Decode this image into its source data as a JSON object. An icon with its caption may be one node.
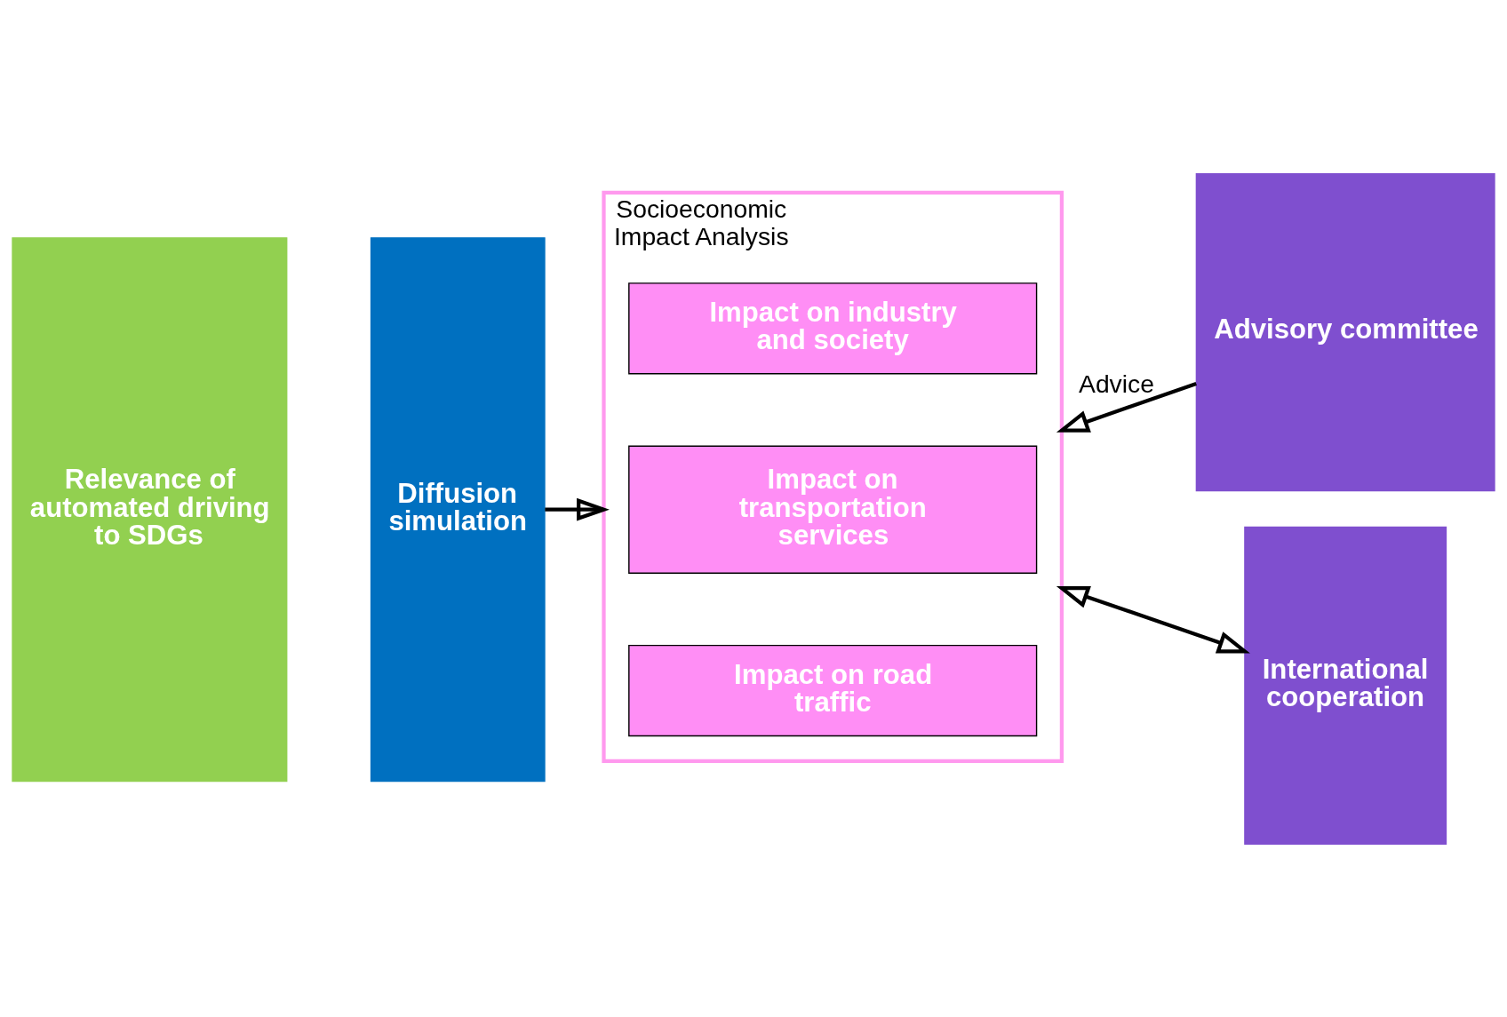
{
  "diagram": {
    "nodes": [
      {
        "text": [
          "Relevance of automated driving to SDGs"
        ]
      },
      {
        "text": [
          "Diffusion simulation"
        ]
      },
      {
        "text": [
          "Socioeconomic Impact Analysis"
        ]
      },
      {
        "text": [
          "Impact on road traffic"
        ],
        "in": 2
      },
      {
        "text": [
          "Impact on transportation services"
        ],
        "in": 2
      },
      {
        "text": [
          "Impact on industry and society"
        ],
        "in": 2
      },
      {
        "text": [
          "Advisory committee"
        ]
      },
      {
        "text": [
          "International cooperation"
        ]
      }
    ],
    "edges": [
      {
        "from": 1,
        "to": 2,
        "arrow": "to"
      },
      {
        "from": 6,
        "to": 2,
        "arrow": "to",
        "label": "Advice"
      },
      {
        "from": 7,
        "to": 2,
        "arrow": "both"
      }
    ]
  }
}
